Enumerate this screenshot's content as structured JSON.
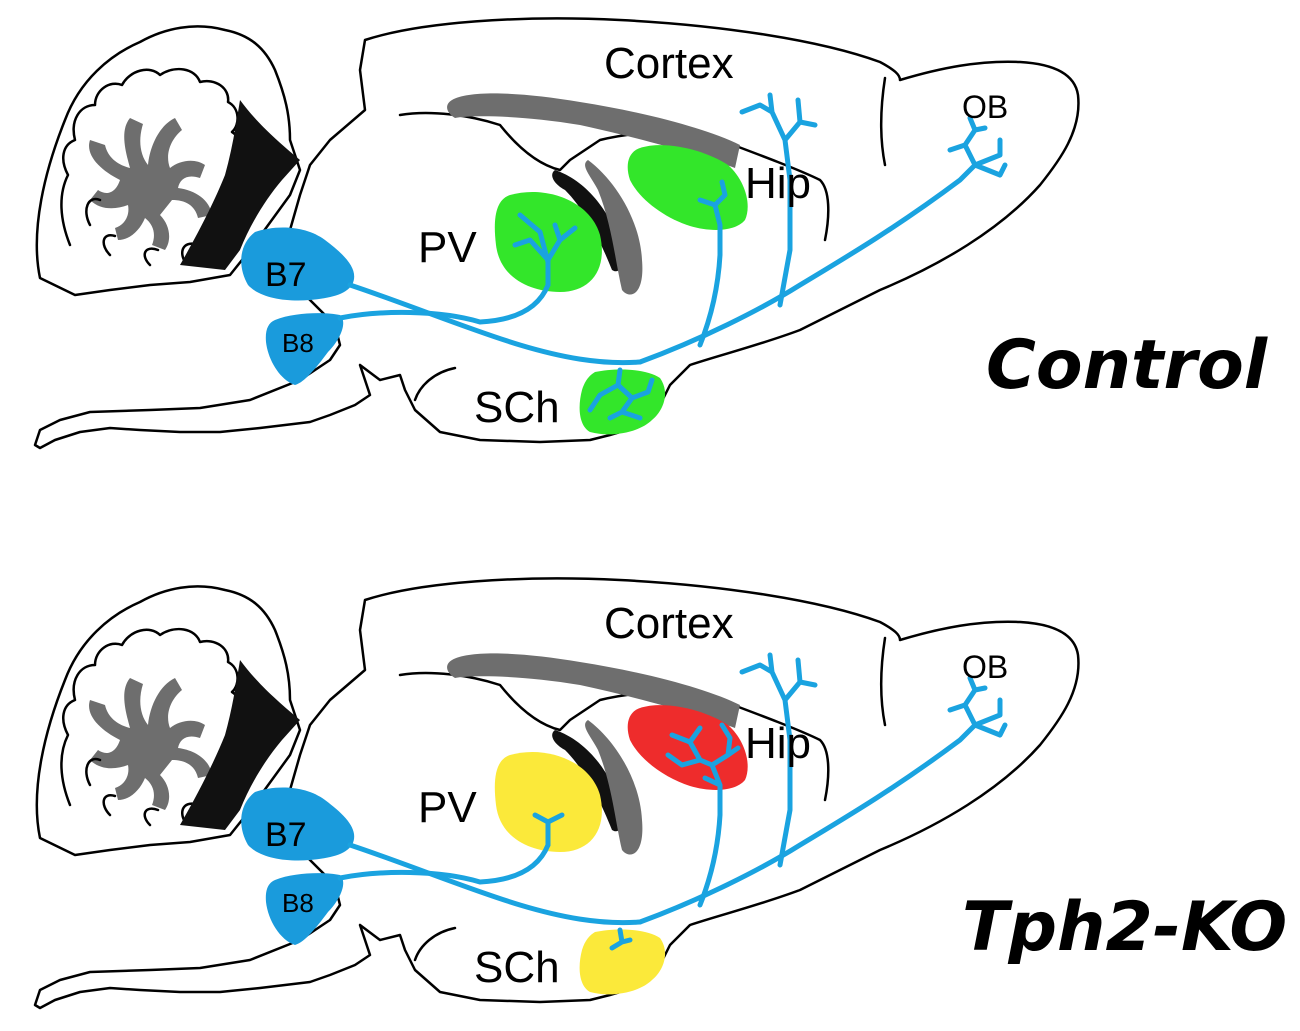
{
  "colors": {
    "serotonin_fiber": "#1aa3e0",
    "raphe_nuclei": "#1a9bdc",
    "region_normal": "#33e62a",
    "region_decreased": "#fbe93a",
    "region_increased": "#ee2c2c",
    "ventricle_gray": "#6e6e6e",
    "cerebellum_gray": "#6e6e6e"
  },
  "panels": [
    {
      "condition": "Control",
      "labels": {
        "cortex": "Cortex",
        "ob": "OB",
        "hip": "Hip",
        "pv": "PV",
        "sch": "SCh",
        "b7": "B7",
        "b8": "B8"
      },
      "region_states": {
        "pv": "normal",
        "hip": "normal",
        "sch": "normal"
      }
    },
    {
      "condition": "Tph2-KO",
      "labels": {
        "cortex": "Cortex",
        "ob": "OB",
        "hip": "Hip",
        "pv": "PV",
        "sch": "SCh",
        "b7": "B7",
        "b8": "B8"
      },
      "region_states": {
        "pv": "decreased",
        "hip": "increased",
        "sch": "decreased"
      }
    }
  ]
}
